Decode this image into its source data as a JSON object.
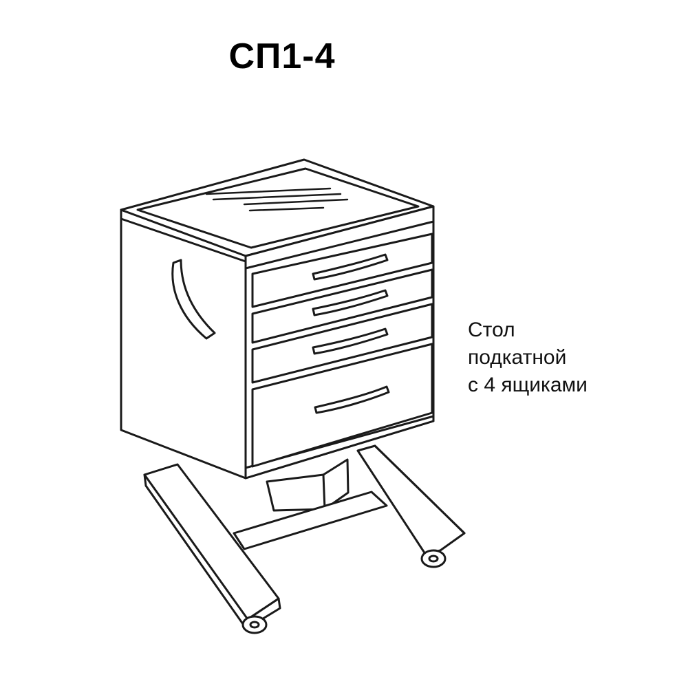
{
  "product": {
    "model": "СП1-4",
    "description_lines": [
      "Стол",
      "подкатной",
      "с 4 ящиками"
    ]
  },
  "drawing": {
    "subject": "mobile-drawer-cabinet",
    "drawer_count": 4,
    "wheel_count": 2,
    "line_color": "#1a1a1a",
    "fill_color": "#ffffff"
  }
}
